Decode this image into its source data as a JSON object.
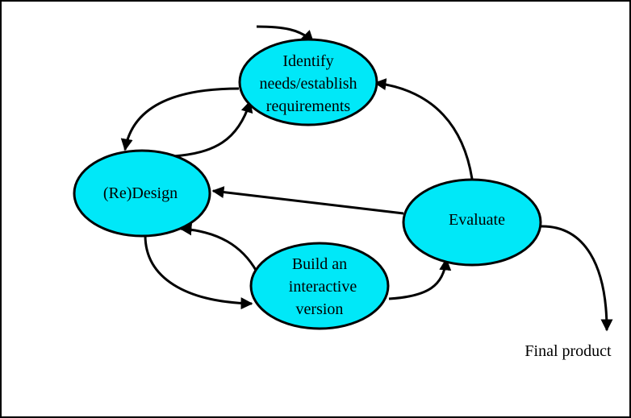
{
  "diagram": {
    "node_fill": "#00e8f8",
    "nodes": {
      "identify": {
        "lines": [
          "Identify",
          "needs/establish",
          "requirements"
        ]
      },
      "design": {
        "lines": [
          "(Re)Design"
        ]
      },
      "build": {
        "lines": [
          "Build an",
          "interactive",
          "version"
        ]
      },
      "evaluate": {
        "lines": [
          "Evaluate"
        ]
      }
    },
    "output_label": "Final product"
  }
}
